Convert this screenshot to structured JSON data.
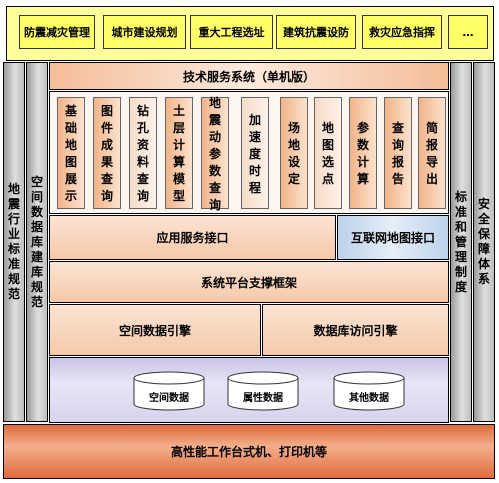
{
  "top_bar": {
    "items": [
      "防震减灾管理",
      "城市建设规划",
      "重大工程选址",
      "建筑抗震设防",
      "救灾应急指挥",
      "…"
    ]
  },
  "left_columns": {
    "outer": "地震行业标准规范",
    "inner": "空间数据库建库规范"
  },
  "right_columns": {
    "inner": "标准和管理制度",
    "outer": "安全保障体系"
  },
  "header": {
    "title": "技术服务系统（单机版）"
  },
  "modules": [
    "基础地图展示",
    "图件成果查询",
    "钻孔资料查询",
    "土层计算模型",
    "地震动参数查询",
    "加速度时程",
    "场地设定",
    "地图选点",
    "参数计算",
    "查询报告",
    "简报导出"
  ],
  "interfaces": {
    "app_service": "应用服务接口",
    "internet_map": "互联网地图接口"
  },
  "framework": {
    "label": "系统平台支撑框架"
  },
  "engines": {
    "spatial": "空间数据引擎",
    "db_access": "数据库访问引擎"
  },
  "databases": [
    "空间数据",
    "属性数据",
    "其他数据"
  ],
  "hardware": {
    "label": "高性能工作台式机、打印机等"
  },
  "colors": {
    "top_bar": "#ffff99",
    "top_item": "#ffff66",
    "peach": "#f6c8a9",
    "blue": "#bcd2ea",
    "purple": "#c8c2e6",
    "bottom": "#e06a3a"
  }
}
